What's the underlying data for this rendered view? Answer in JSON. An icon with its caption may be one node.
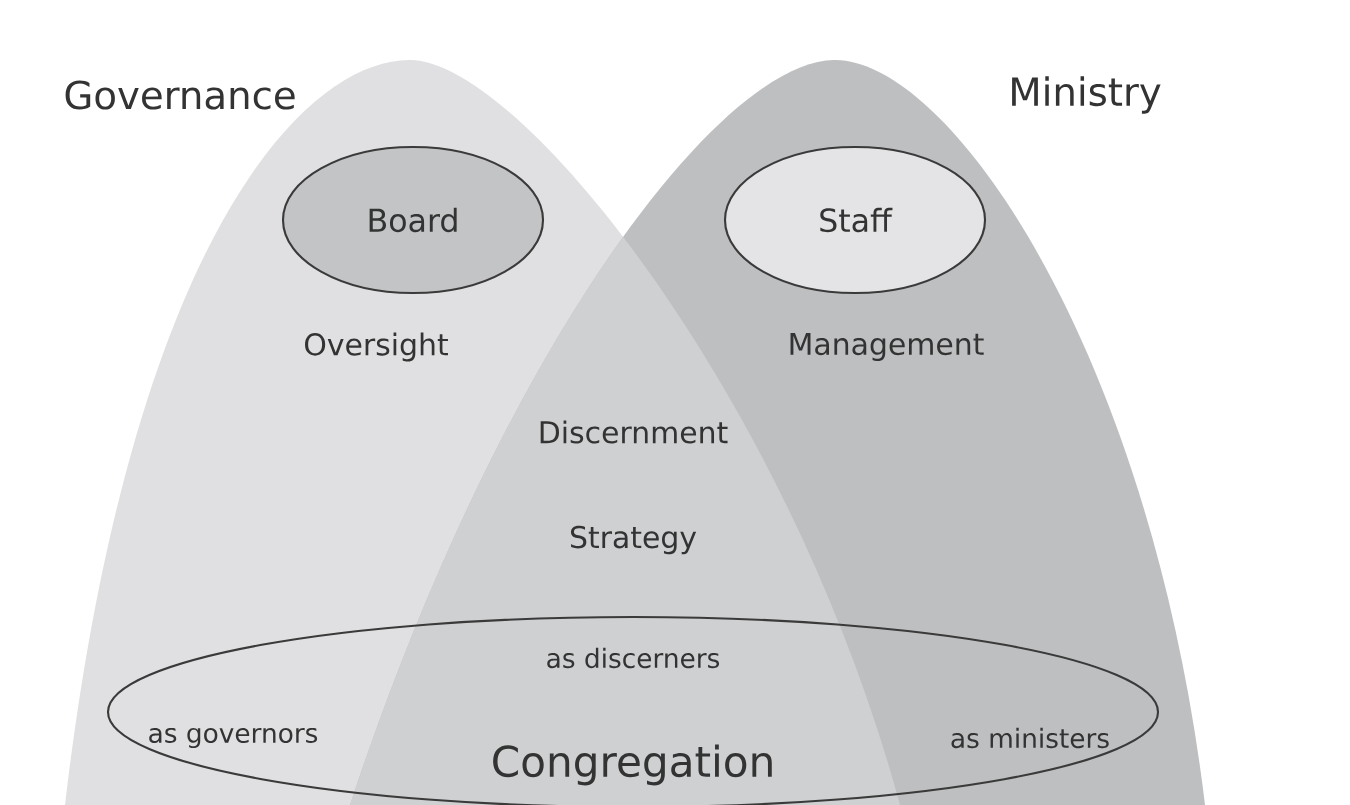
{
  "diagram": {
    "nodes": [
      {
        "text": [
          "Governance",
          "Oversight"
        ]
      },
      {
        "text": [
          "Ministry",
          "Management"
        ]
      },
      {
        "text": [
          "Board"
        ],
        "in": 0
      },
      {
        "text": [
          "Staff"
        ],
        "in": 1
      },
      {
        "text": [
          "as discerners",
          "as governors",
          "as ministers",
          "Congregation"
        ]
      }
    ],
    "labels": [
      "Discernment",
      "Strategy"
    ]
  }
}
